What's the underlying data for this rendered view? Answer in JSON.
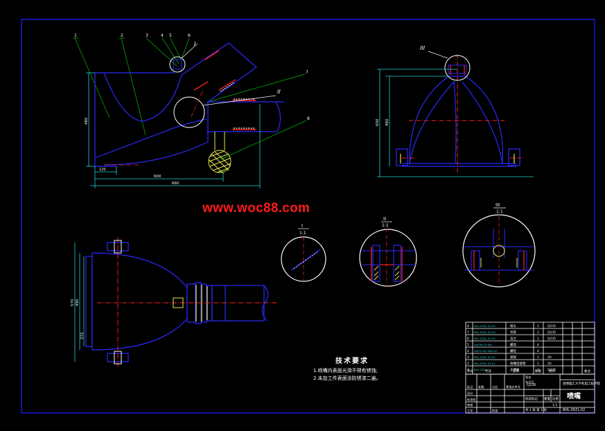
{
  "watermark": "www.woc88.com",
  "tech_requirements": {
    "title": "技术要求",
    "items": [
      "1.喷嘴内表面光滑不得有锈蚀;",
      "2.未加工件表面涂防锈漆二遍。"
    ]
  },
  "detail_labels": {
    "I": {
      "roman": "I",
      "scale": "1:1"
    },
    "II": {
      "roman": "II",
      "scale": "1:1"
    },
    "III": {
      "roman": "III",
      "scale": "1:1"
    }
  },
  "section_markers": {
    "I": "I",
    "II": "II",
    "III": "III"
  },
  "part_numbers": [
    "1",
    "2",
    "3",
    "4",
    "5",
    "6",
    "7",
    "8"
  ],
  "dimensions": {
    "height_left": "480",
    "width_inner": "600",
    "width_total": "660",
    "offset_small": "120",
    "right_h1": "460",
    "right_h2": "600",
    "bottom_v1": "570",
    "bottom_v2": "490",
    "bottom_v3": "372"
  },
  "title_block": {
    "drawing_name": "喷嘴",
    "drawing_number": "BHL-05ZL-02",
    "school": "昆明理工大学机电工程学院",
    "material": "Q235",
    "scale": "1:1",
    "sheet_info": "共 1 张  第 1 张",
    "bom_rows": [
      {
        "code": "BHL-ZK01",
        "name": "支撑板",
        "qty": "1",
        "material": "Q235"
      },
      {
        "code": "BHL-05ZL-02-01",
        "name": "喷嘴连接管",
        "qty": "1",
        "material": "20"
      },
      {
        "code": "BHL-05ZL-02-02",
        "name": "喷管",
        "qty": "1",
        "material": "20"
      },
      {
        "code": "GB/T5782 M6×20",
        "name": "螺栓",
        "qty": "4",
        "material": ""
      },
      {
        "code": "GB/T6170 M6",
        "name": "螺母",
        "qty": "4",
        "material": ""
      },
      {
        "code": "BHL-05ZL-02-03",
        "name": "法兰",
        "qty": "1",
        "material": "Q235"
      },
      {
        "code": "BHL-05ZL-02-04",
        "name": "吊耳",
        "qty": "2",
        "material": "Q235"
      },
      {
        "code": "BHL-05ZL-02-05",
        "name": "喷头",
        "qty": "1",
        "material": "Q235"
      }
    ],
    "headers": {
      "seq": "序号",
      "code": "代号",
      "name": "名称",
      "qty": "数量",
      "material": "材料",
      "mass": "单件",
      "total": "总计",
      "remark": "备注"
    },
    "sign_labels": [
      "标记",
      "处数",
      "分区",
      "更改文件号",
      "签名",
      "年月日",
      "设计",
      "标准化",
      "审核",
      "工艺",
      "批准"
    ],
    "stage_labels": [
      "阶段标记",
      "重量",
      "比例"
    ]
  },
  "colors": {
    "frame": "#1e1eff",
    "outline": "#2a2aff",
    "dimension": "#22d3d3",
    "leader": "#00c000",
    "title_block": "#ffffff",
    "watermark": "#ff1a1a",
    "bolt_red": "#ff2020",
    "hatch_yellow": "#e8e84a"
  }
}
